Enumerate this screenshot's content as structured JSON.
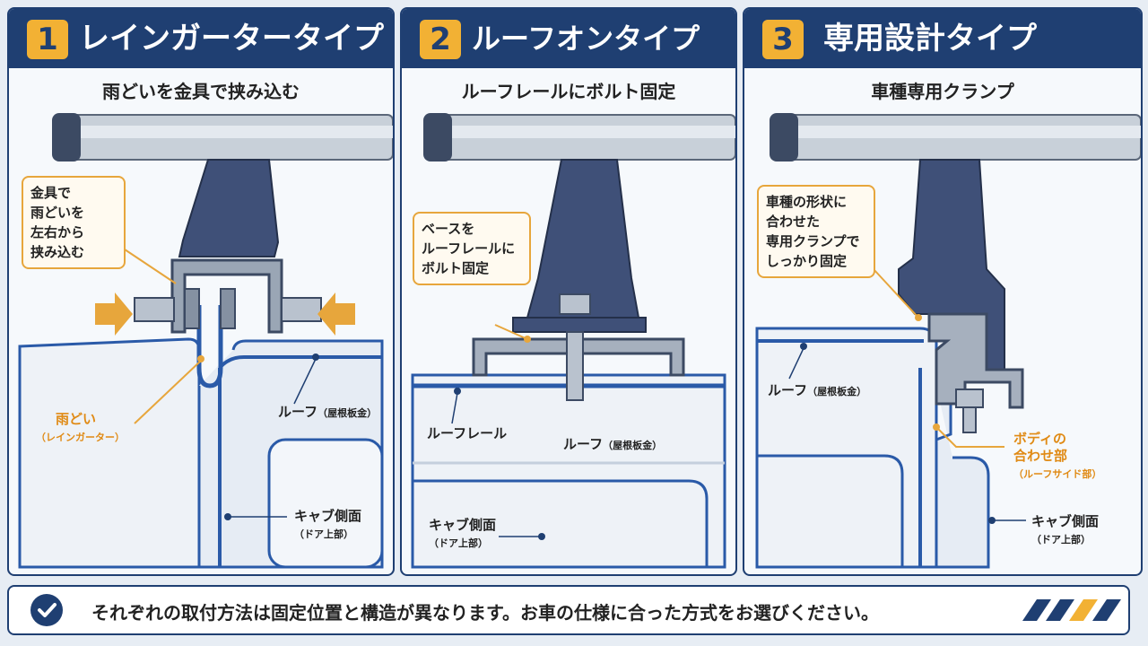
{
  "panels": [
    {
      "number": "1",
      "title": "レインガータータイプ",
      "subtitle": "雨どいを金具で挟み込む",
      "callout": [
        "金具で",
        "雨どいを",
        "左右から",
        "挟み込む"
      ],
      "labels": {
        "gutter": "雨どい",
        "gutter_sub": "（レインガーター）",
        "roof": "ルーフ",
        "roof_sub": "（屋根板金）",
        "cab": "キャブ側面",
        "cab_sub": "（ドア上部）"
      }
    },
    {
      "number": "2",
      "title": "ルーフオンタイプ",
      "subtitle": "ルーフレールにボルト固定",
      "callout": [
        "ベースを",
        "ルーフレールに",
        "ボルト固定"
      ],
      "labels": {
        "rail": "ルーフレール",
        "roof": "ルーフ",
        "roof_sub": "（屋根板金）",
        "cab": "キャブ側面",
        "cab_sub": "（ドア上部）"
      }
    },
    {
      "number": "3",
      "title": "専用設計タイプ",
      "subtitle": "車種専用クランプ",
      "callout": [
        "車種の形状に",
        "合わせた",
        "専用クランプで",
        "しっかり固定"
      ],
      "labels": {
        "roof": "ルーフ",
        "roof_sub": "（屋根板金）",
        "body": "ボディの",
        "body2": "合わせ部",
        "body_sub": "（ルーフサイド部）",
        "cab": "キャブ側面",
        "cab_sub": "（ドア上部）"
      }
    }
  ],
  "footer": {
    "text": "それぞれの取付方法は固定位置と構造が異なります。お車の仕様に合った方式をお選びください。"
  },
  "colors": {
    "navy": "#1f3f72",
    "accent": "#f2b134",
    "orange": "#e7a63c",
    "bracket": "#3f5078",
    "bar": "#c8d0d9",
    "body_blue": "#2a5aa8"
  }
}
